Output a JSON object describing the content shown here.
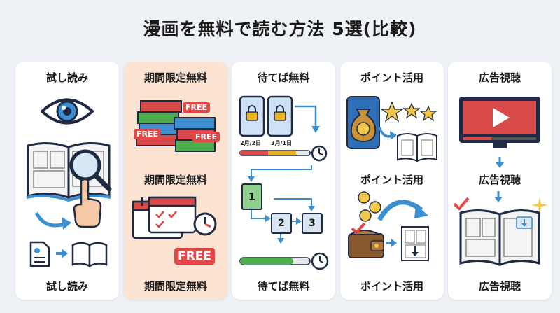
{
  "title": "漫画を無料で読む方法 5選(比較)",
  "colors": {
    "background": "#eef1f6",
    "card": "#ffffff",
    "highlight_card": "#fce3d2",
    "accent_blue": "#3b8fd1",
    "accent_red": "#e64646",
    "accent_green": "#4cae4c",
    "accent_gold": "#e8b220"
  },
  "methods": [
    {
      "top_label": "試し読み",
      "bottom_label": "試し読み",
      "icons": [
        "eye-icon",
        "open-book-icon",
        "magnifier-icon",
        "pointing-hand-icon",
        "document-icon",
        "book-icon"
      ]
    },
    {
      "top_label": "期間限定無料",
      "mid_label": "期間限定無料",
      "bottom_label": "期間限定無料",
      "free_tag": "FREE",
      "icons": [
        "book-stack-icon",
        "calendar-icon",
        "clock-icon",
        "free-tag-icon"
      ]
    },
    {
      "top_label": "待てば無料",
      "bottom_label": "待てば無料",
      "date_start": "2月/2日",
      "date_end": "3月/1日",
      "steps": [
        "1",
        "2",
        "3"
      ],
      "icons": [
        "phone-lock-icon",
        "timeline-icon",
        "clock-icon",
        "chapter-card-icon",
        "progress-bar-icon"
      ]
    },
    {
      "top_label": "ポイント活用",
      "mid_label": "ポイント活用",
      "bottom_label": "ポイント活用",
      "icons": [
        "money-bag-icon",
        "star-icon",
        "coin-icon",
        "wallet-icon",
        "manga-page-icon"
      ]
    },
    {
      "top_label": "広告視聴",
      "mid_label": "広告視聴",
      "bottom_label": "広告視聴",
      "icons": [
        "video-screen-icon",
        "open-book-icon",
        "check-icon",
        "download-icon"
      ]
    }
  ]
}
